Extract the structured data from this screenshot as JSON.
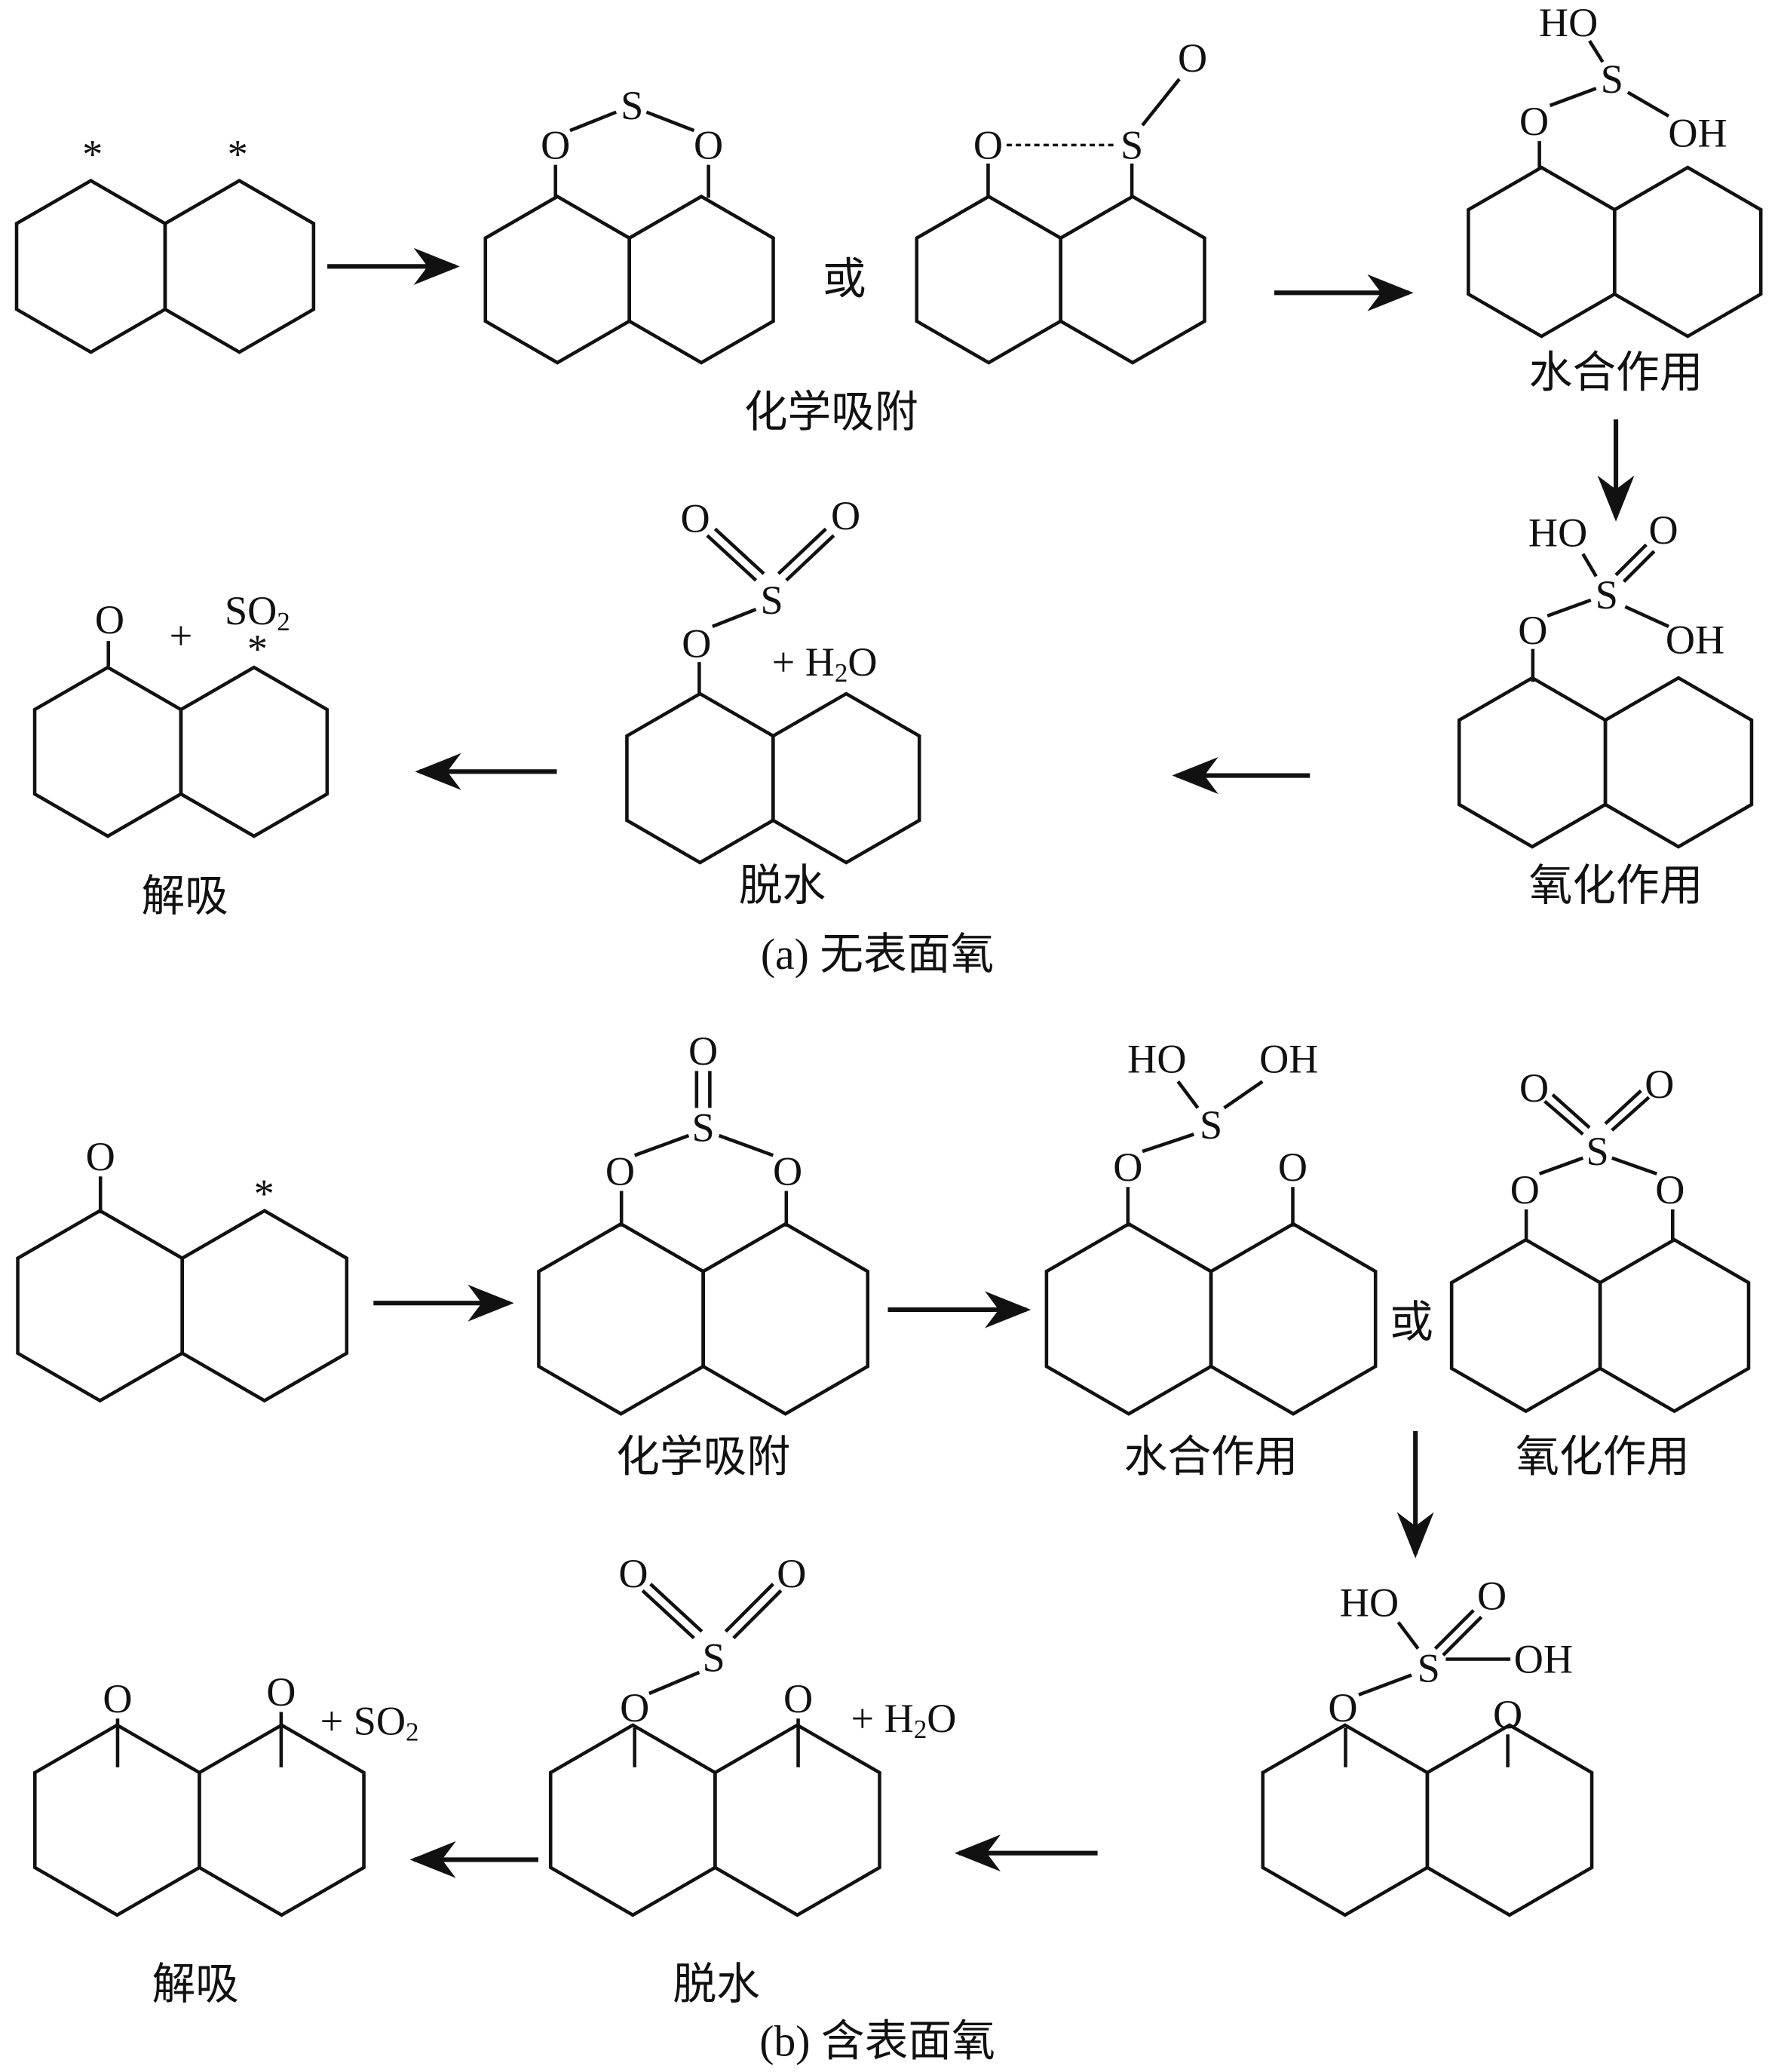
{
  "atoms": {
    "O": "O",
    "S": "S",
    "HO": "HO",
    "OH": "OH",
    "star": "*",
    "plus": "+"
  },
  "so2": {
    "base": "SO",
    "sub": "2",
    "prefix": "+ "
  },
  "h2o": {
    "prefix": "+ H",
    "sub": "2",
    "tail": "O"
  },
  "or_label": "或",
  "panel_a": {
    "caption": "(a) 无表面氧",
    "step_chemisorption": "化学吸附",
    "step_hydration": "水合作用",
    "step_oxidation": "氧化作用",
    "step_dehydration": "脱水",
    "step_desorption": "解吸"
  },
  "panel_b": {
    "caption": "(b) 含表面氧",
    "step_chemisorption": "化学吸附",
    "step_hydration": "水合作用",
    "step_oxidation": "氧化作用",
    "step_dehydration": "脱水",
    "step_desorption": "解吸"
  }
}
